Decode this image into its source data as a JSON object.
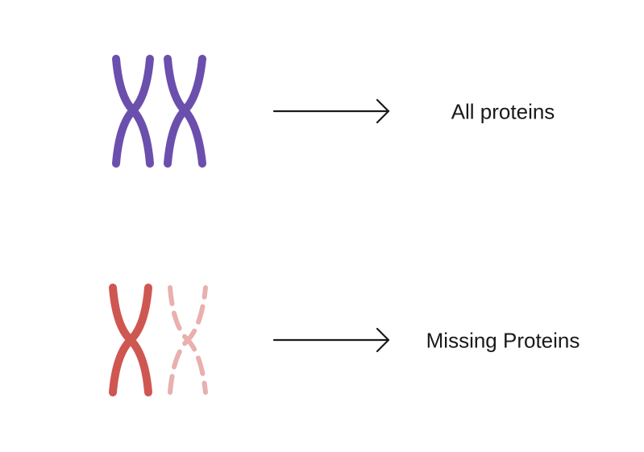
{
  "rows": [
    {
      "label": "All proteins",
      "chromosome_left_color": "#6b4fad",
      "chromosome_right_color": "#6b4fad",
      "right_chromosome_style": "solid",
      "arrow_color": "#1a1a1a"
    },
    {
      "label": "Missing Proteins",
      "chromosome_left_color": "#cf5751",
      "chromosome_right_color": "#e8b0ae",
      "right_chromosome_style": "dashed",
      "arrow_color": "#1a1a1a"
    }
  ]
}
